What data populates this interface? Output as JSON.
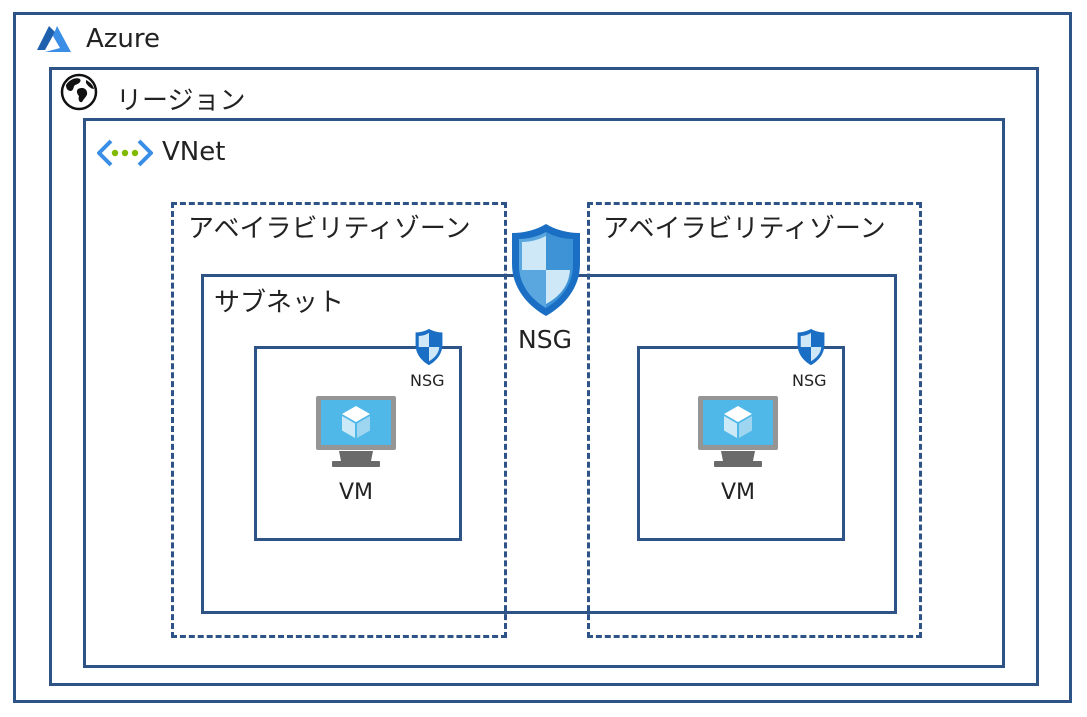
{
  "azure": {
    "label": "Azure",
    "icon": "azure-logo-icon"
  },
  "region": {
    "label": "リージョン",
    "icon": "globe-icon"
  },
  "vnet": {
    "label": "VNet",
    "icon": "vnet-icon"
  },
  "zones": [
    {
      "label": "アベイラビリティゾーン"
    },
    {
      "label": "アベイラビリティゾーン"
    }
  ],
  "subnet": {
    "label": "サブネット"
  },
  "subnet_nsg": {
    "label": "NSG",
    "icon": "shield-icon"
  },
  "vms": [
    {
      "label": "VM",
      "nsg_label": "NSG",
      "icon": "vm-monitor-icon"
    },
    {
      "label": "VM",
      "nsg_label": "NSG",
      "icon": "vm-monitor-icon"
    }
  ],
  "colors": {
    "border": "#2e5487",
    "azure_blue": "#0078d4",
    "shield_light": "#9ccfee",
    "vnet_green": "#7fba00"
  }
}
